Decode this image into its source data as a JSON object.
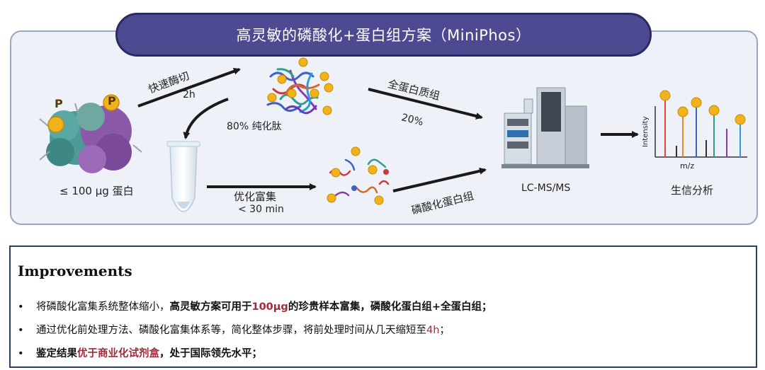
{
  "banner": {
    "title": "高灵敏的磷酸化+蛋白组方案（MiniPhos）"
  },
  "workflow": {
    "protein_label": "≤ 100 μg 蛋白",
    "digest_label": "快速酶切",
    "digest_time": "2h",
    "peptide_label": "80% 纯化肽",
    "enrich_label": "优化富集",
    "enrich_time": "< 30 min",
    "proteome_label": "全蛋白质组",
    "proteome_pct": "20%",
    "phospho_label": "磷酸化蛋白组",
    "instrument_label": "LC-MS/MS",
    "bioinfo_label": "生信分析",
    "spectrum_xlabel": "m/z",
    "spectrum_ylabel": "Intensity",
    "p_symbol": "P"
  },
  "colors": {
    "banner": "#4d4a92",
    "panel": "#eef2f8",
    "phosphate": "#f2b21c",
    "protein_teal": "#4f9a96",
    "protein_purple": "#8a5aa8",
    "highlight_red": "#a02c3c"
  },
  "improvements": {
    "title": "Improvements",
    "bullet_char": "•",
    "items": [
      {
        "parts": [
          {
            "text": "将磷酸化富集系统整体缩小，",
            "style": "plain"
          },
          {
            "text": "高灵敏方案可用于",
            "style": "bold"
          },
          {
            "text": "100μg",
            "style": "bold-red"
          },
          {
            "text": "的珍贵样本富集，磷酸化蛋白组+全蛋白组；",
            "style": "bold"
          }
        ]
      },
      {
        "parts": [
          {
            "text": "通过优化前处理方法、磷酸化富集体系等，简化整体步骤，将前处理时间从几天缩短至",
            "style": "plain"
          },
          {
            "text": "4h",
            "style": "red"
          },
          {
            "text": "；",
            "style": "plain"
          }
        ]
      },
      {
        "parts": [
          {
            "text": "鉴定结果",
            "style": "bold"
          },
          {
            "text": "优于商业化试剂盒",
            "style": "bold-red"
          },
          {
            "text": "，处于国际领先水平；",
            "style": "bold"
          }
        ]
      }
    ]
  }
}
